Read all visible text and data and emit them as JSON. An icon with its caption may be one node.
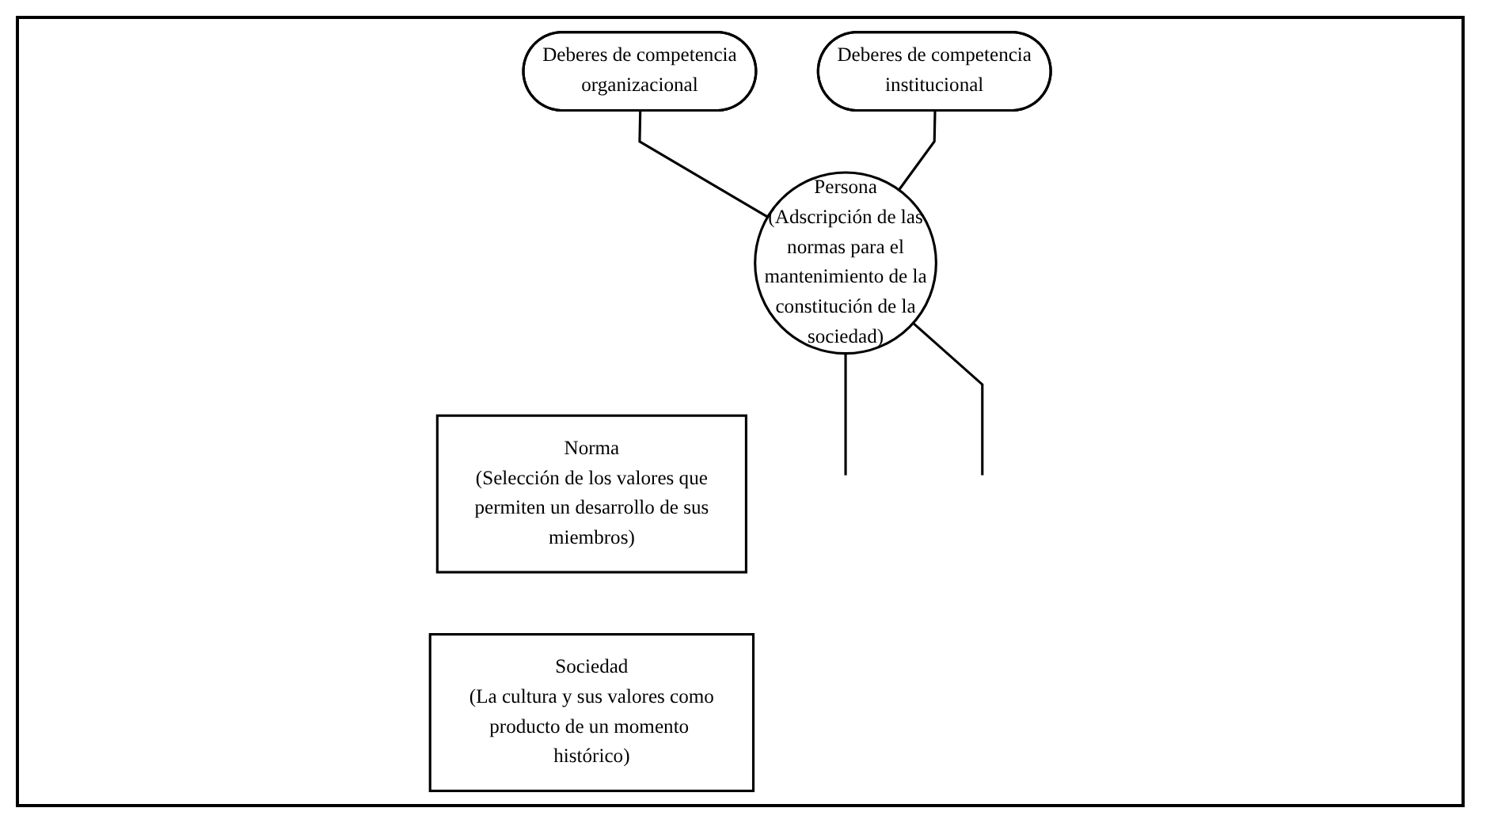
{
  "diagram": {
    "nodes": [
      {
        "text": [
          "Deberes de competencia organizacional"
        ]
      },
      {
        "text": [
          "Persona",
          "(Adscripción de las normas para el mantenimiento de la constitución de la sociedad)"
        ]
      },
      {
        "text": [
          "Deberes de competencia institucional"
        ]
      },
      {
        "text": [
          "Norma",
          "(Selección de los valores que permiten un desarrollo de sus miembros)"
        ]
      },
      {
        "text": [
          "Sociedad",
          "(La cultura y sus valores como producto de un momento histórico)"
        ]
      }
    ],
    "edges": [
      {
        "from": 0,
        "to": 1,
        "arrow": "none"
      },
      {
        "from": 2,
        "to": 1,
        "arrow": "none"
      },
      {
        "from": 1,
        "to": null,
        "arrow": "none"
      },
      {
        "from": 1,
        "to": null,
        "arrow": "none"
      }
    ]
  }
}
